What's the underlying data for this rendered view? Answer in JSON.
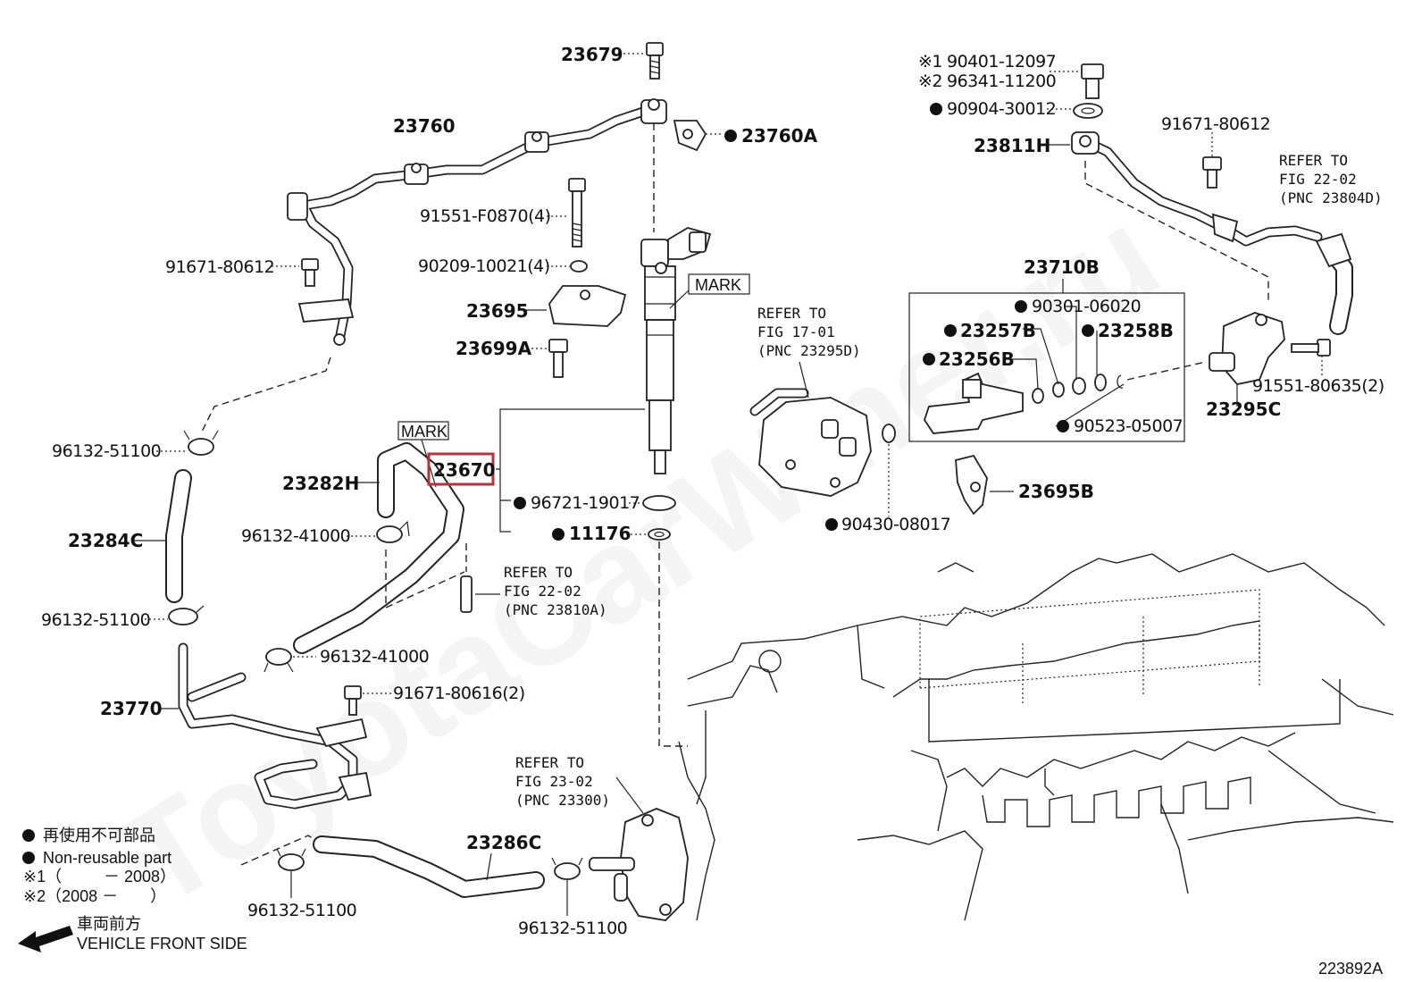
{
  "diagram": {
    "figure_code": "223892A",
    "watermark": "ToyotaCarWiner.ru",
    "mark_label": "MARK",
    "highlighted_part": "23670",
    "parts": {
      "p23679": "23679",
      "p23760": "23760",
      "p23760A": "23760A",
      "p91551F0870": "91551-F0870(4)",
      "p90209": "90209-10021(4)",
      "p91671_80612_left": "91671-80612",
      "p23695": "23695",
      "p23699A": "23699A",
      "p96132_51100_a": "96132-51100",
      "p23282H": "23282H",
      "p23670": "23670",
      "p96721": "96721-19017",
      "p11176": "11176",
      "p23284C": "23284C",
      "p96132_41000_a": "96132-41000",
      "p96132_51100_b": "96132-51100",
      "p96132_41000_b": "96132-41000",
      "p91671_80616": "91671-80616(2)",
      "p23770": "23770",
      "p23286C": "23286C",
      "p96132_51100_c": "96132-51100",
      "p96132_51100_d": "96132-51100",
      "p90401": "90401-12097",
      "p96341": "96341-11200",
      "p90904": "90904-30012",
      "p23811H": "23811H",
      "p91671_80612_right": "91671-80612",
      "p23710B": "23710B",
      "p90301": "90301-06020",
      "p23257B": "23257B",
      "p23258B": "23258B",
      "p23256B": "23256B",
      "p90523": "90523-05007",
      "p23295C": "23295C",
      "p91551_80635": "91551-80635(2)",
      "p90430": "90430-08017",
      "p23695B": "23695B"
    },
    "refs": {
      "fig1701": {
        "line1": "REFER TO",
        "line2": "FIG 17-01",
        "line3": "(PNC 23295D)"
      },
      "fig2202_right": {
        "line1": "REFER TO",
        "line2": "FIG 22-02",
        "line3": "(PNC 23804D)"
      },
      "fig2202_mid": {
        "line1": "REFER TO",
        "line2": "FIG 22-02",
        "line3": "(PNC 23810A)"
      },
      "fig2302": {
        "line1": "REFER TO",
        "line2": "FIG 23-02",
        "line3": "(PNC 23300)"
      }
    },
    "notes": {
      "m1": "※1",
      "m2": "※2"
    },
    "legend": {
      "nonreusable_jp": "再使用不可部品",
      "nonreusable_en": "Non-reusable part",
      "note1_mark": "※1（",
      "note1_range": "－ 2008）",
      "note2": "※2（2008 －　　）",
      "front_jp": "車両前方",
      "front_en": "VEHICLE FRONT SIDE"
    }
  }
}
